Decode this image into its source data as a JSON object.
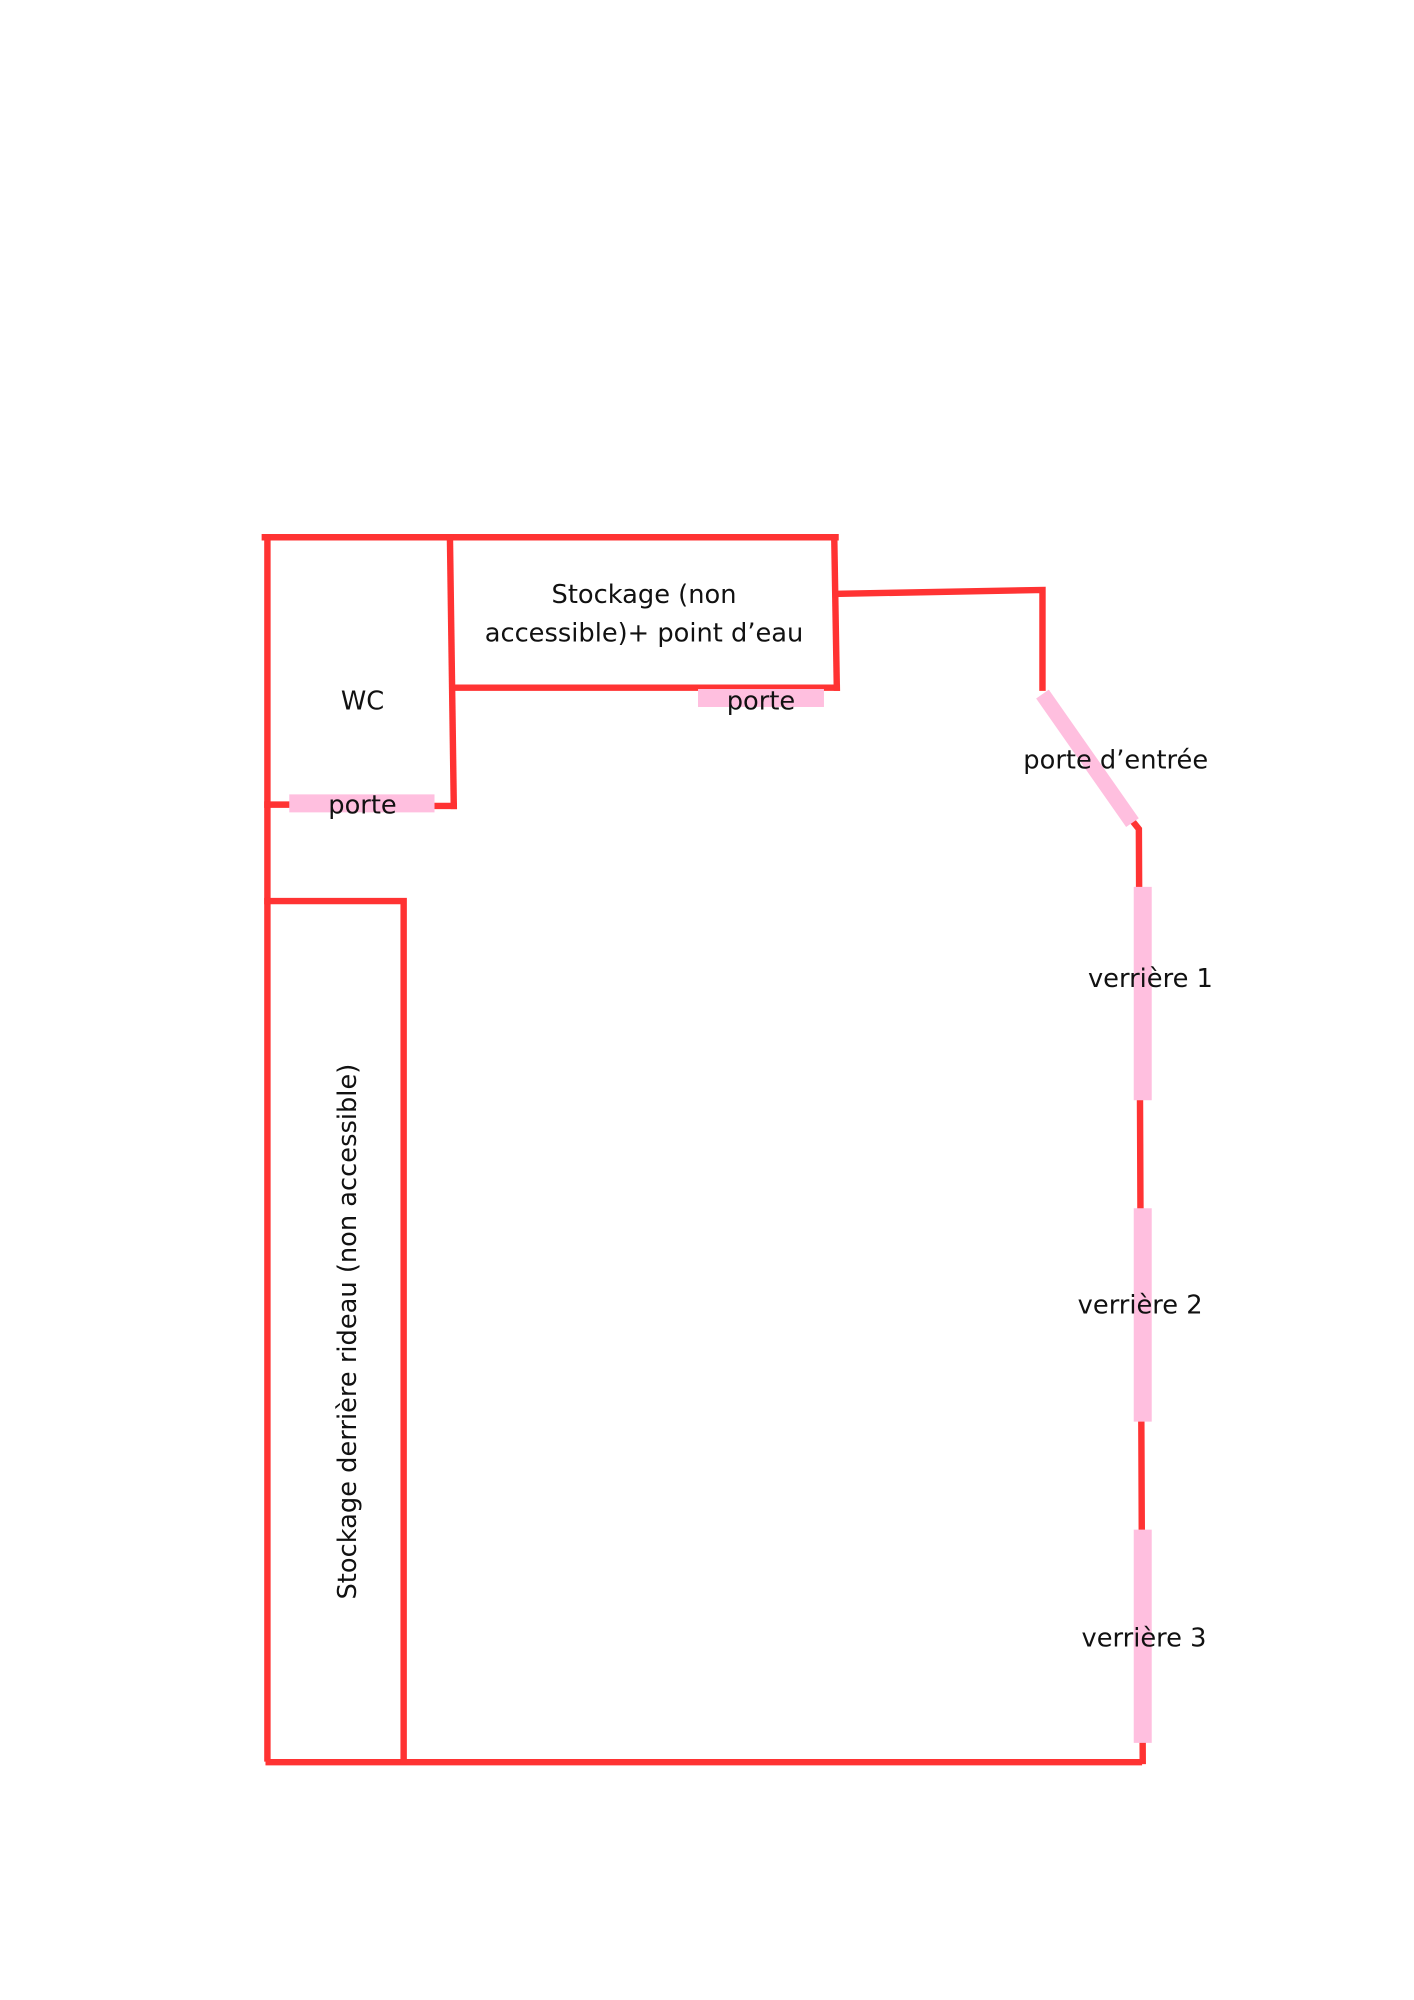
{
  "plan": {
    "colors": {
      "wall": "#ff3333",
      "opening": "#ffbfdf",
      "text": "#111111"
    },
    "labels": {
      "storage_top_line1": "Stockage (non",
      "storage_top_line2": "accessible)+ point d’eau",
      "wc": "WC",
      "wc_door": "porte",
      "storage_door": "porte",
      "entrance_door": "porte d’entrée",
      "window_1": "verrière 1",
      "window_2": "verrière 2",
      "window_3": "verrière 3",
      "curtain_storage": "Stockage derrière rideau (non accessible)"
    }
  }
}
